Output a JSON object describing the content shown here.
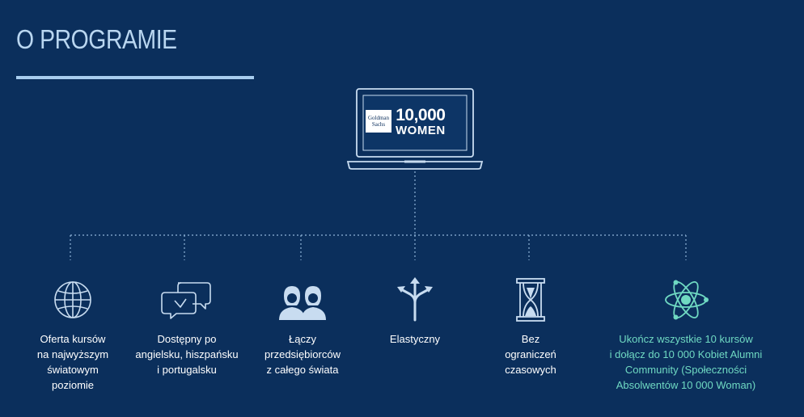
{
  "page": {
    "title": "O PROGRAMIE",
    "background": "#0b2f5c",
    "accent": "#a8cdef",
    "highlight": "#6fd9c2"
  },
  "logo": {
    "brand": "Goldman Sachs",
    "number": "10,000",
    "word": "WOMEN"
  },
  "features": [
    {
      "icon": "globe-icon",
      "label": "Oferta kursów\nna najwyższym\nświatowym\npoziomie"
    },
    {
      "icon": "chat-bubbles-icon",
      "label": "Dostępny po\nangielsku, hiszpańsku\ni portugalsku"
    },
    {
      "icon": "people-icon",
      "label": "Łączy\nprzedsiębiorców\nz całego świata"
    },
    {
      "icon": "split-arrows-icon",
      "label": "Elastyczny"
    },
    {
      "icon": "hourglass-icon",
      "label": "Bez\nograniczeń\nczasowych"
    },
    {
      "icon": "atom-icon",
      "label": "Ukończ wszystkie 10 kursów\ni dołącz do 10 000 Kobiet Alumni\nCommunity (Społeczności\nAbsolwentów 10 000 Woman)"
    }
  ]
}
